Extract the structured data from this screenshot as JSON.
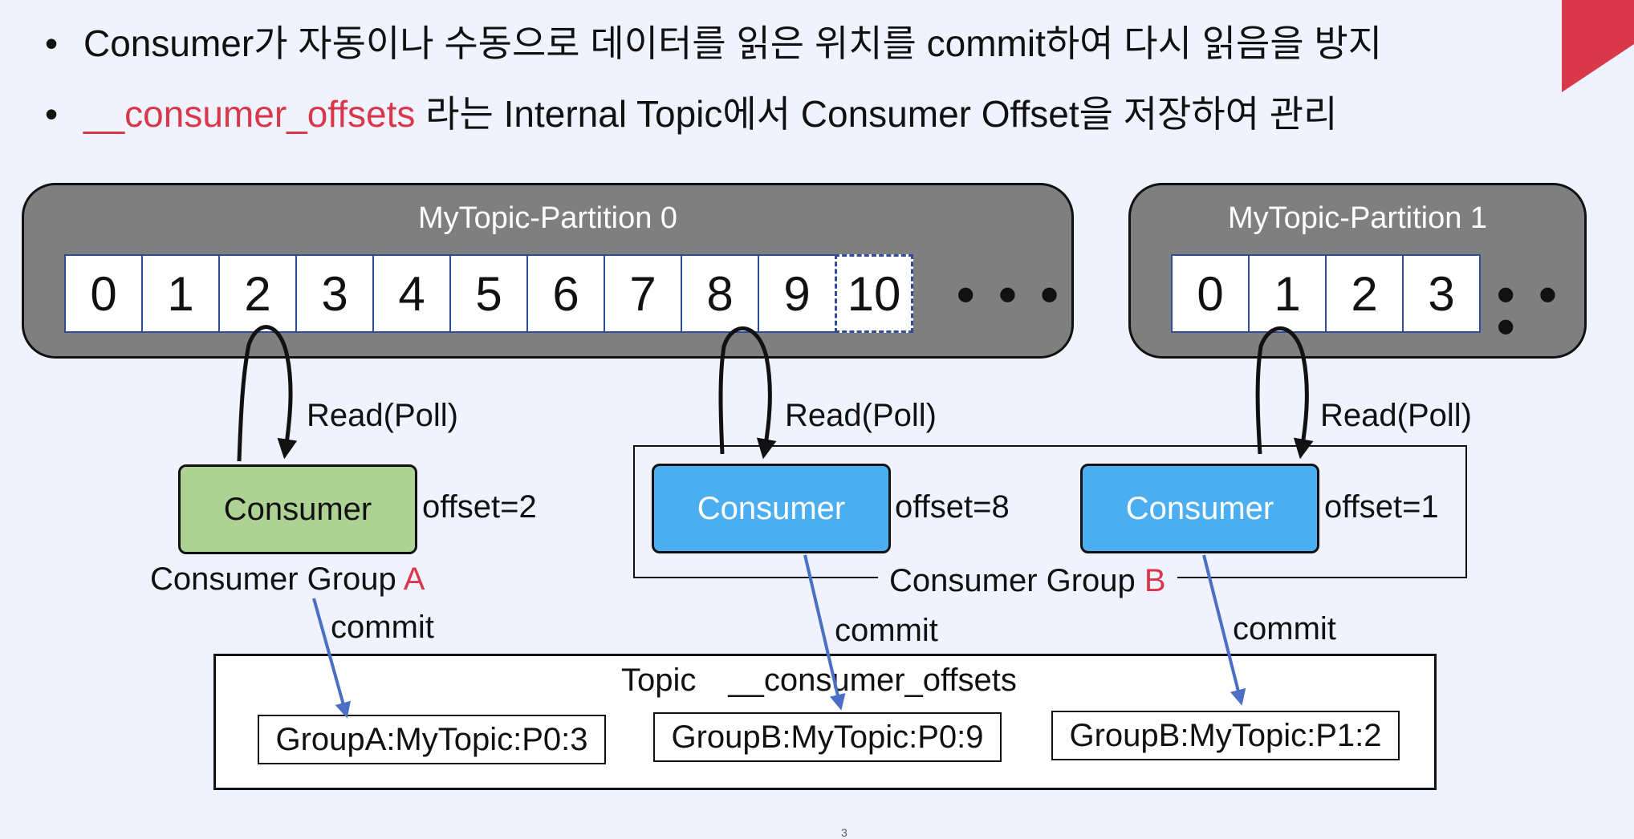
{
  "bullets": [
    {
      "text": "Consumer가 자동이나 수동으로 데이터를 읽은 위치를 commit하여 다시 읽음을 방지"
    },
    {
      "highlight": "__consumer_offsets",
      "text": " 라는 Internal Topic에서 Consumer Offset을 저장하여 관리"
    }
  ],
  "partitions": [
    {
      "title": "MyTopic-Partition 0",
      "cells": [
        "0",
        "1",
        "2",
        "3",
        "4",
        "5",
        "6",
        "7",
        "8",
        "9"
      ],
      "pending": "10"
    },
    {
      "title": "MyTopic-Partition 1",
      "cells": [
        "0",
        "1",
        "2",
        "3"
      ]
    }
  ],
  "ellipsis": "• • •",
  "read_label": "Read(Poll)",
  "consumers": [
    {
      "label": "Consumer",
      "offset": "offset=2",
      "color": "#aed194"
    },
    {
      "label": "Consumer",
      "offset": "offset=8",
      "color": "#4baef0"
    },
    {
      "label": "Consumer",
      "offset": "offset=1",
      "color": "#4baef0"
    }
  ],
  "groups": [
    {
      "prefix": "Consumer Group ",
      "letter": "A"
    },
    {
      "prefix": "Consumer Group ",
      "letter": "B"
    }
  ],
  "commit_label": "commit",
  "offsets_topic": {
    "title_prefix": "Topic",
    "title_name": "__consumer_offsets",
    "records": [
      "GroupA:MyTopic:P0:3",
      "GroupB:MyTopic:P0:9",
      "GroupB:MyTopic:P1:2"
    ]
  },
  "page_number": "3",
  "colors": {
    "accent": "#d9384b",
    "commit_arrow": "#4a6fc4",
    "partition_bg": "#7f7f7f",
    "background": "#f0f3fe"
  }
}
